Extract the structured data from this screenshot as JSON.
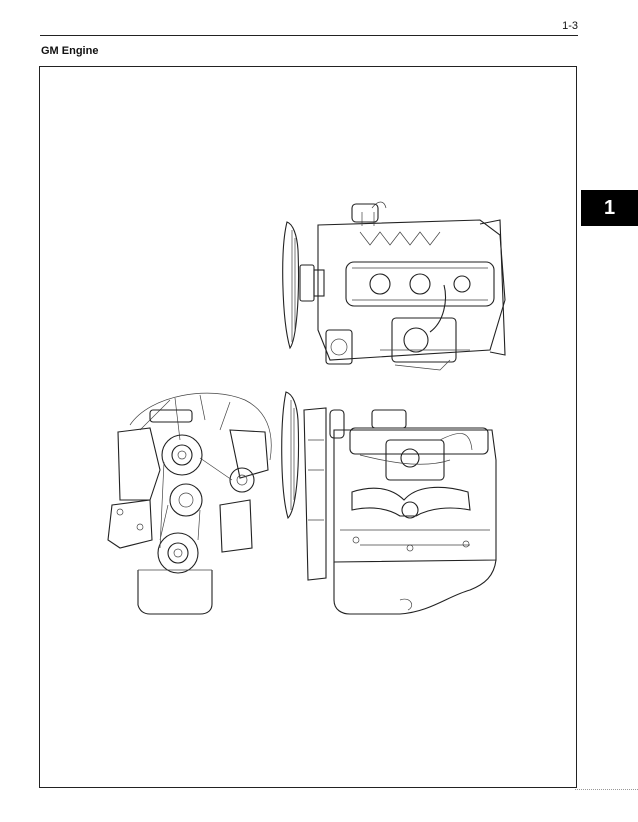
{
  "page": {
    "page_number": "1-3",
    "section_title": "GM Engine",
    "chapter_tab": "1"
  },
  "figures": [
    {
      "name": "engine-top-view"
    },
    {
      "name": "engine-front-view"
    },
    {
      "name": "engine-side-view"
    }
  ],
  "colors": {
    "ink": "#222222",
    "tab": "#000000",
    "paper": "#ffffff"
  }
}
